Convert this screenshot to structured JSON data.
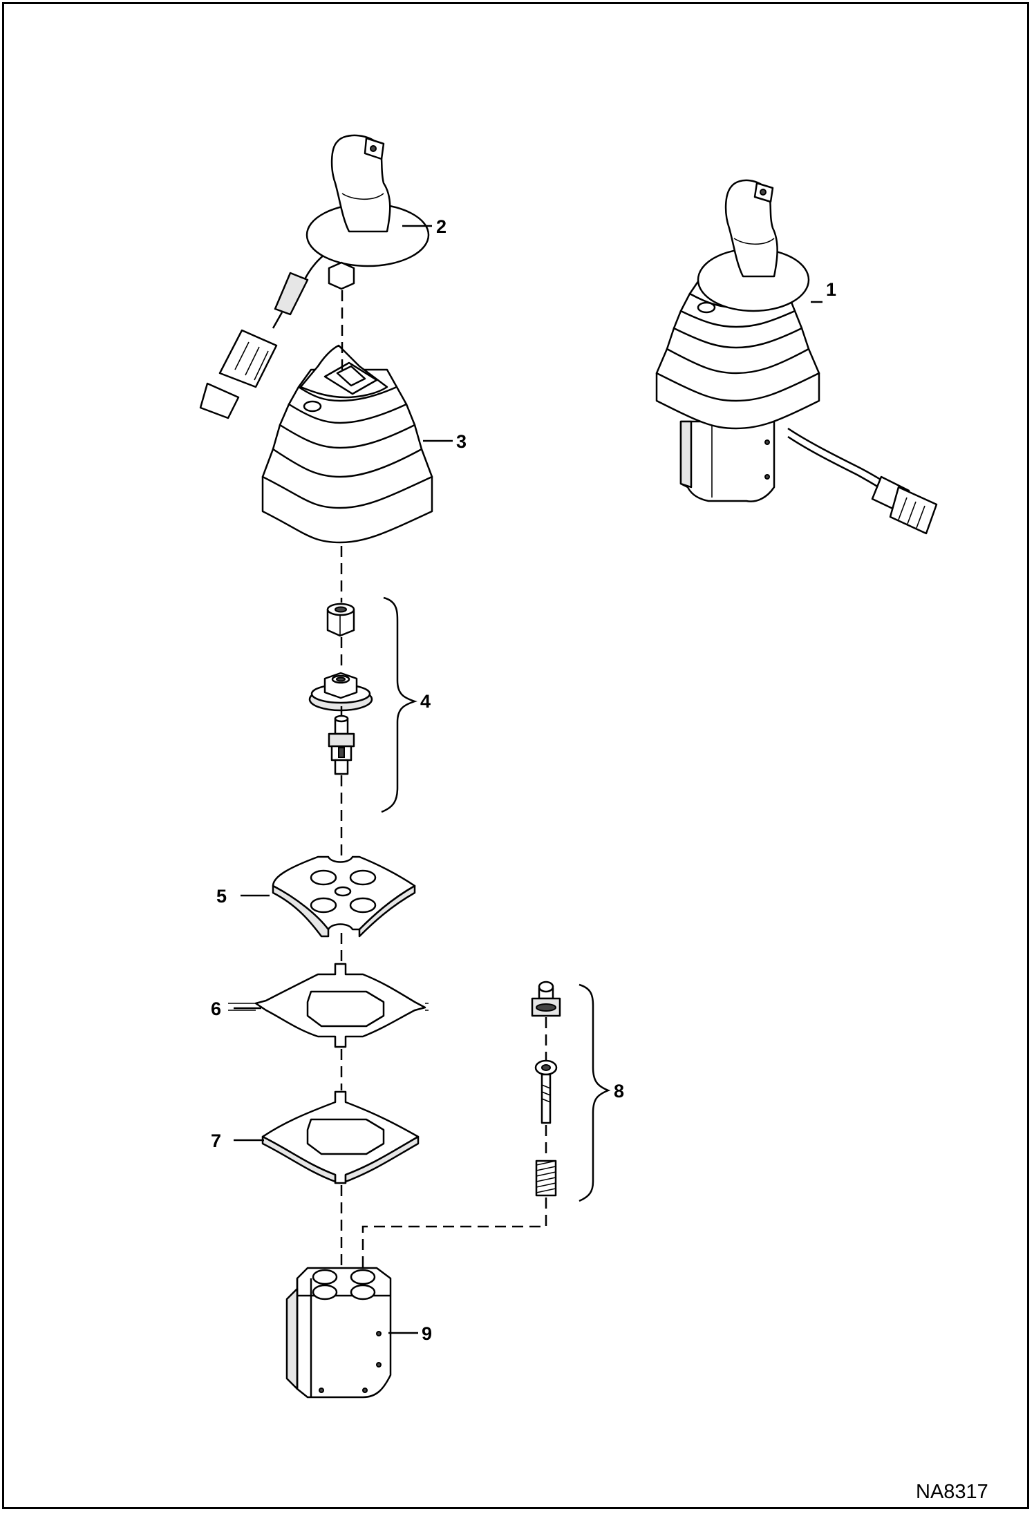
{
  "figure_code": "NA8317",
  "callouts": [
    "1",
    "2",
    "3",
    "4",
    "5",
    "6",
    "7",
    "8",
    "9"
  ]
}
